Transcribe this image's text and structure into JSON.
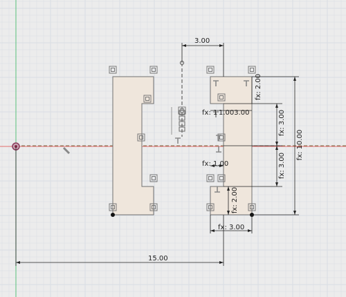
{
  "canvas": {
    "background": "#ececec",
    "grid_color": "#d9dde3",
    "profile_fill": "#efe6dc",
    "profile_stroke": "#707070",
    "dim_color": "#222222",
    "x_axis_color": "#e26b6b",
    "y_axis_color": "#58c07a"
  },
  "dimensions": {
    "top_width": "3.00",
    "right_top": "fx: 2.00",
    "right_upper_mid": "fx: 3.00",
    "right_total": "fx: 10.00",
    "right_lower_mid": "fx: 3.00",
    "right_bottom": "fx: 2.00",
    "mid_gap_upper_prefix": "fx: 1",
    "mid_gap_upper_value": "1.003.00",
    "mid_gap_lower": "fx: 1.00",
    "bottom_small": "fx: 3.00",
    "bottom_long": "15.00"
  }
}
